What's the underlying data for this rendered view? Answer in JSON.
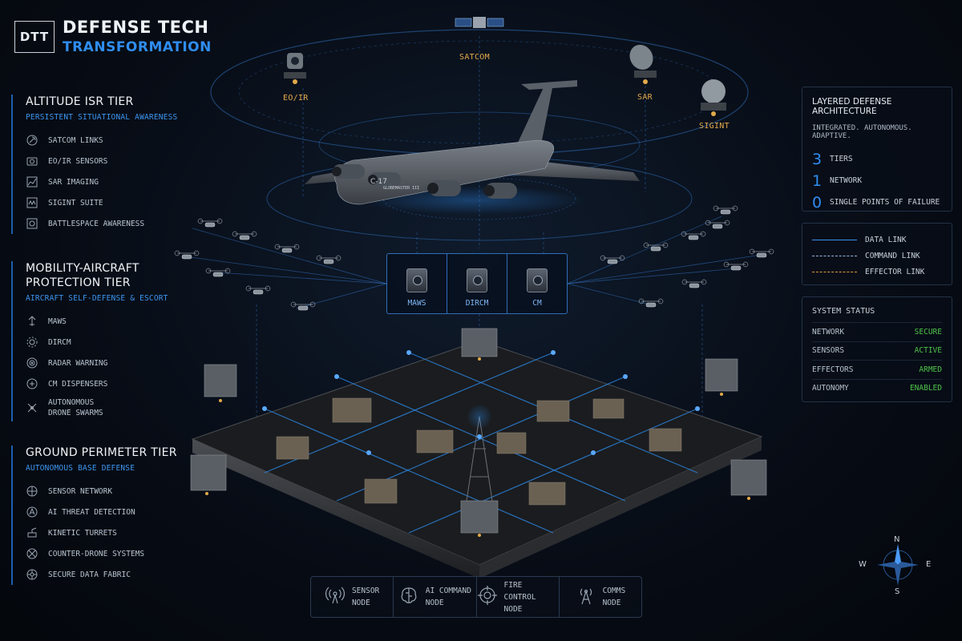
{
  "brand": {
    "logo": "DTT",
    "title_line1": "DEFENSE TECH",
    "title_line2": "TRANSFORMATION"
  },
  "tiers": [
    {
      "title": "ALTITUDE ISR TIER",
      "subtitle": "PERSISTENT SITUATIONAL AWARENESS",
      "items": [
        {
          "label": "SATCOM LINKS",
          "icon": "satellite-icon"
        },
        {
          "label": "EO/IR SENSORS",
          "icon": "camera-icon"
        },
        {
          "label": "SAR IMAGING",
          "icon": "radar-chart-icon"
        },
        {
          "label": "SIGINT SUITE",
          "icon": "signal-icon"
        },
        {
          "label": "BATTLESPACE AWARENESS",
          "icon": "target-icon"
        }
      ]
    },
    {
      "title_line1": "MOBILITY-AIRCRAFT",
      "title_line2": "PROTECTION TIER",
      "subtitle": "AIRCRAFT SELF-DEFENSE & ESCORT",
      "items": [
        {
          "label": "MAWS",
          "icon": "missile-icon"
        },
        {
          "label": "DIRCM",
          "icon": "gear-icon"
        },
        {
          "label": "RADAR WARNING",
          "icon": "radar-icon"
        },
        {
          "label": "CM DISPENSERS",
          "icon": "dispenser-icon"
        },
        {
          "label_line1": "AUTONOMOUS",
          "label_line2": "DRONE SWARMS",
          "icon": "drone-icon"
        }
      ]
    },
    {
      "title": "GROUND PERIMETER TIER",
      "subtitle": "AUTONOMOUS BASE DEFENSE",
      "items": [
        {
          "label": "SENSOR NETWORK",
          "icon": "network-icon"
        },
        {
          "label": "AI THREAT DETECTION",
          "icon": "ai-icon"
        },
        {
          "label": "KINETIC TURRETS",
          "icon": "turret-icon"
        },
        {
          "label": "COUNTER-DRONE SYSTEMS",
          "icon": "counter-drone-icon"
        },
        {
          "label": "SECURE DATA FABRIC",
          "icon": "fabric-icon"
        }
      ]
    }
  ],
  "architecture": {
    "title": "LAYERED DEFENSE ARCHITECTURE",
    "subtitle": "INTEGRATED. AUTONOMOUS. ADAPTIVE.",
    "stats": [
      {
        "value": "3",
        "label": "TIERS"
      },
      {
        "value": "1",
        "label": "NETWORK"
      },
      {
        "value": "0",
        "label": "SINGLE POINTS OF FAILURE"
      }
    ]
  },
  "legend": [
    {
      "label": "DATA LINK",
      "color": "#3f8ff2",
      "style": "solid"
    },
    {
      "label": "COMMAND LINK",
      "color": "#8fb6e4",
      "style": "dashed"
    },
    {
      "label": "EFFECTOR LINK",
      "color": "#e09a3a",
      "style": "dashed"
    }
  ],
  "system_status": {
    "title": "SYSTEM STATUS",
    "rows": [
      {
        "key": "NETWORK",
        "value": "SECURE"
      },
      {
        "key": "SENSORS",
        "value": "ACTIVE"
      },
      {
        "key": "EFFECTORS",
        "value": "ARMED"
      },
      {
        "key": "AUTONOMY",
        "value": "ENABLED"
      }
    ],
    "value_color": "#4fc24a"
  },
  "isr_labels": {
    "satcom": "SATCOM",
    "eoir": "EO/IR",
    "sar": "SAR",
    "sigint": "SIGINT"
  },
  "aircraft_labels": {
    "model": "C-17",
    "name": "GLOBEMASTER III"
  },
  "countermeasures": [
    "MAWS",
    "DIRCM",
    "CM"
  ],
  "nodes": [
    {
      "line1": "SENSOR",
      "line2": "NODE",
      "icon": "sensor-node-icon"
    },
    {
      "line1": "AI COMMAND",
      "line2": "NODE",
      "icon": "brain-icon"
    },
    {
      "line1": "FIRE CONTROL",
      "line2": "NODE",
      "icon": "crosshair-icon"
    },
    {
      "line1": "COMMS",
      "line2": "NODE",
      "icon": "antenna-icon"
    }
  ],
  "compass": {
    "n": "N",
    "s": "S",
    "e": "E",
    "w": "W"
  },
  "colors": {
    "accent": "#2f8df0",
    "isr_label": "#e2a94a",
    "status_ok": "#4fc24a",
    "background": "#070c15"
  }
}
